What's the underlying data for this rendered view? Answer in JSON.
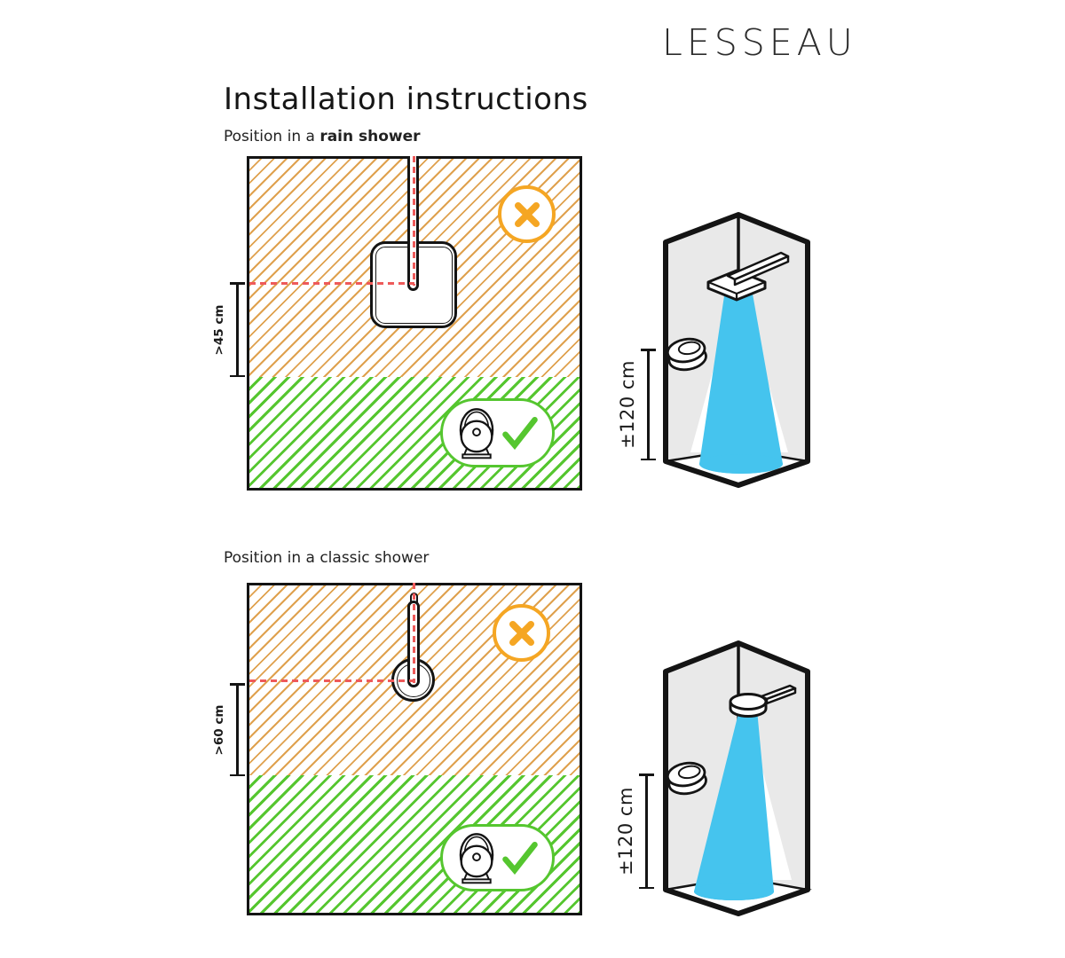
{
  "brand": {
    "logo": "LESSEAU"
  },
  "page": {
    "title": "Installation instructions"
  },
  "colors": {
    "ink": "#141414",
    "orange": "#f5a623",
    "hatch-orange": "#dfa14e",
    "green": "#55c62f",
    "red": "#ee5a5a",
    "blue": "#45c4ee",
    "wall": "#e9e9e9"
  },
  "sections": [
    {
      "label_prefix": "Position in a ",
      "label_emphasis": "rain shower",
      "min_distance": ">45 cm",
      "mount_height": "±120 cm"
    },
    {
      "label_prefix": "Position in a ",
      "label_emphasis": "classic shower",
      "min_distance": ">60 cm",
      "mount_height": "±120 cm"
    }
  ]
}
